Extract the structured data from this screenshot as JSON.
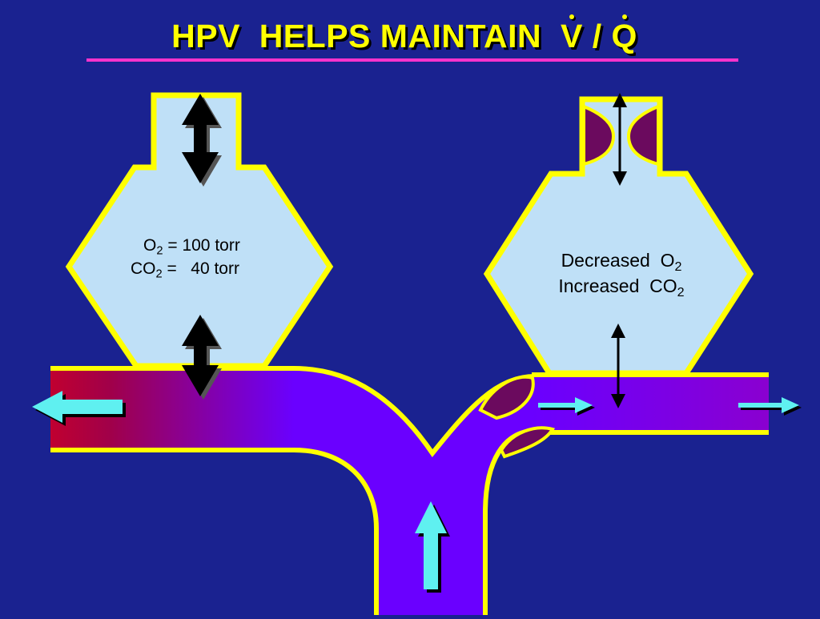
{
  "title": {
    "text_prefix": "HPV  HELPS MAINTAIN  ",
    "v_letter": "V",
    "separator": " / ",
    "q_letter": "Q"
  },
  "left_alveolus": {
    "o2_label": "O",
    "o2_sub": "2",
    "o2_value": " = 100 torr",
    "co2_label": "CO",
    "co2_sub": "2",
    "co2_value": " =   40 torr"
  },
  "right_alveolus": {
    "line1_text": "Decreased  O",
    "line1_sub": "2",
    "line2_text": "Increased  CO",
    "line2_sub": "2"
  },
  "colors": {
    "background": "#1a2290",
    "title": "#ffff00",
    "rule": "#ff33cc",
    "alveolus_fill": "#bfe0f7",
    "outline": "#ffff00",
    "vessel_purple": "#6a00ff",
    "oxygenated_red": "#c00030",
    "constriction": "#6b0a5e",
    "flow_arrow": "#5ff0f0"
  },
  "icons": [
    "ventilation-arrow-icon",
    "diffusion-arrow-icon",
    "blood-flow-arrow-icon",
    "constriction-shape"
  ]
}
